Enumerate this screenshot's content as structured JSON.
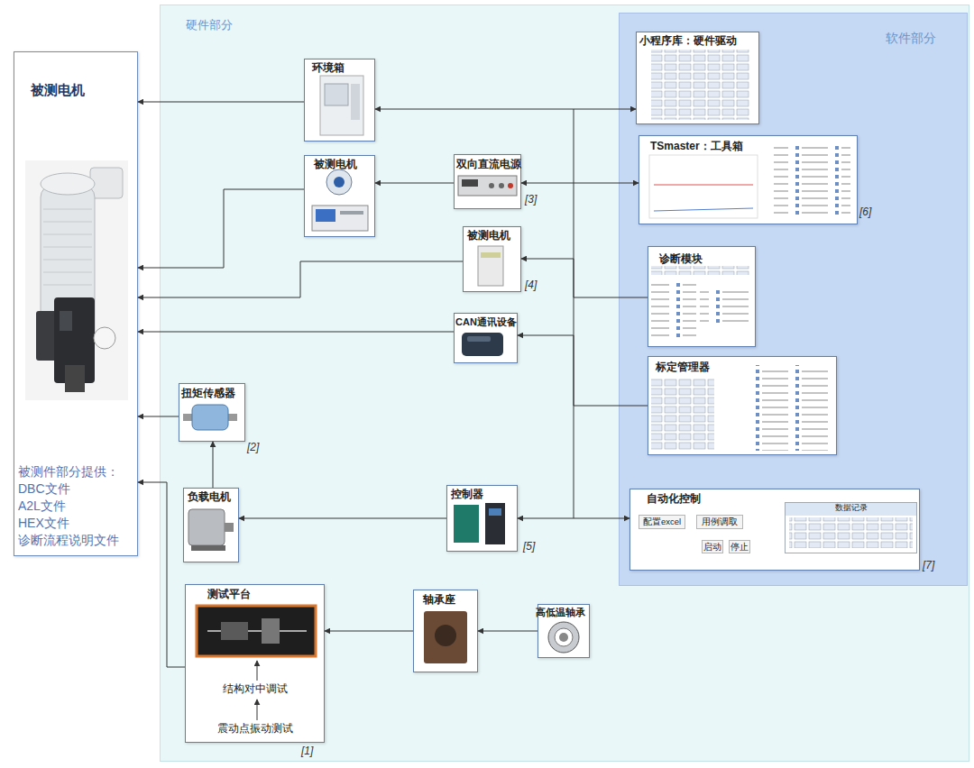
{
  "diagram": {
    "nodes": [
      {
        "text": [
          "被测电机",
          "被测件部分提供： DBC文件 A2L文件 HEX文件 诊断流程说明文件"
        ]
      },
      {
        "text": [
          "硬件部分"
        ]
      },
      {
        "text": [
          "环境箱"
        ],
        "in": 1
      },
      {
        "text": [
          "被测电机"
        ],
        "in": 1
      },
      {
        "text": [
          "双向直流电源"
        ],
        "in": 1
      },
      {
        "text": [
          "被测电机"
        ],
        "in": 1
      },
      {
        "text": [
          "CAN通讯设备"
        ],
        "in": 1
      },
      {
        "text": [
          "扭矩传感器"
        ],
        "in": 1
      },
      {
        "text": [
          "负载电机"
        ],
        "in": 1
      },
      {
        "text": [
          "控制器"
        ],
        "in": 1
      },
      {
        "text": [
          "测试平台",
          "结构对中调试",
          "震动点振动测试"
        ],
        "in": 1
      },
      {
        "text": [
          "轴承座"
        ],
        "in": 1
      },
      {
        "text": [
          "高低温轴承"
        ],
        "in": 1
      },
      {
        "text": [
          "软件部分"
        ],
        "in": 1
      },
      {
        "text": [
          "小程序库：硬件驱动"
        ],
        "in": 13
      },
      {
        "text": [
          "TSmaster：工具箱"
        ],
        "in": 13
      },
      {
        "text": [
          "诊断模块"
        ],
        "in": 13
      },
      {
        "text": [
          "标定管理器"
        ],
        "in": 13
      },
      {
        "text": [
          "自动化控制"
        ],
        "in": 13
      },
      {
        "text": [
          "配置excel"
        ],
        "in": 18
      },
      {
        "text": [
          "用例调取"
        ],
        "in": 18
      },
      {
        "text": [
          "启动"
        ],
        "in": 18
      },
      {
        "text": [
          "停止"
        ],
        "in": 18
      },
      {
        "text": [
          "数据记录"
        ],
        "in": 18
      }
    ],
    "edges": [
      {
        "from": 2,
        "to": 0,
        "arrow": "to"
      },
      {
        "from": 3,
        "to": 0,
        "arrow": "to"
      },
      {
        "from": 5,
        "to": 0,
        "arrow": "to"
      },
      {
        "from": 6,
        "to": 0,
        "arrow": "to"
      },
      {
        "from": 7,
        "to": 0,
        "arrow": "to"
      },
      {
        "from": 10,
        "to": 0,
        "arrow": "to"
      },
      {
        "from": 8,
        "to": 7,
        "arrow": "to"
      },
      {
        "from": 9,
        "to": 8,
        "arrow": "to"
      },
      {
        "from": 4,
        "to": 3,
        "arrow": "to"
      },
      {
        "from": 11,
        "to": 10,
        "arrow": "to"
      },
      {
        "from": 12,
        "to": 11,
        "arrow": "to"
      },
      {
        "from": 2,
        "to": 14,
        "arrow": "both"
      },
      {
        "from": 4,
        "to": 15,
        "arrow": "both"
      },
      {
        "from": 9,
        "to": 18,
        "arrow": "both"
      },
      {
        "from": 16,
        "to": 5,
        "arrow": "to"
      },
      {
        "from": 17,
        "to": 6,
        "arrow": "to"
      }
    ],
    "labels": [
      "[3]",
      "[6]",
      "[4]",
      "[2]",
      "[5]",
      "[7]",
      "[1]"
    ]
  }
}
